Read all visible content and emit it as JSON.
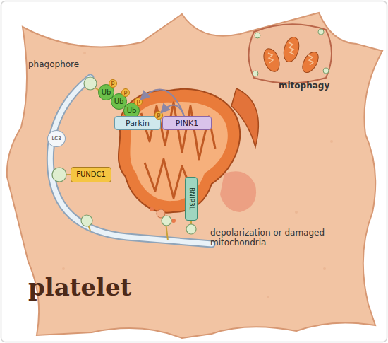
{
  "diagram": {
    "nodes": [
      {
        "text": [
          "Ub"
        ]
      },
      {
        "text": [
          "Ub"
        ]
      },
      {
        "text": [
          "Ub"
        ]
      },
      {
        "text": [
          "p"
        ]
      },
      {
        "text": [
          "p"
        ]
      },
      {
        "text": [
          "p"
        ]
      },
      {
        "text": [
          "Parkin"
        ]
      },
      {
        "text": [
          "p"
        ]
      },
      {
        "text": [
          "PINK1"
        ]
      },
      {
        "text": [
          "LC3"
        ]
      },
      {
        "text": [
          "FUNDC1"
        ]
      },
      {
        "text": [
          "BNIP3L"
        ]
      }
    ],
    "edges": [
      {
        "from": 8,
        "to": 7,
        "arrow": "to"
      },
      {
        "from": 8,
        "to": 5,
        "arrow": "to"
      }
    ],
    "labels": [
      "phagophore",
      "mitophagy",
      "depolarization or damaged mitochondria",
      "platelet"
    ]
  }
}
